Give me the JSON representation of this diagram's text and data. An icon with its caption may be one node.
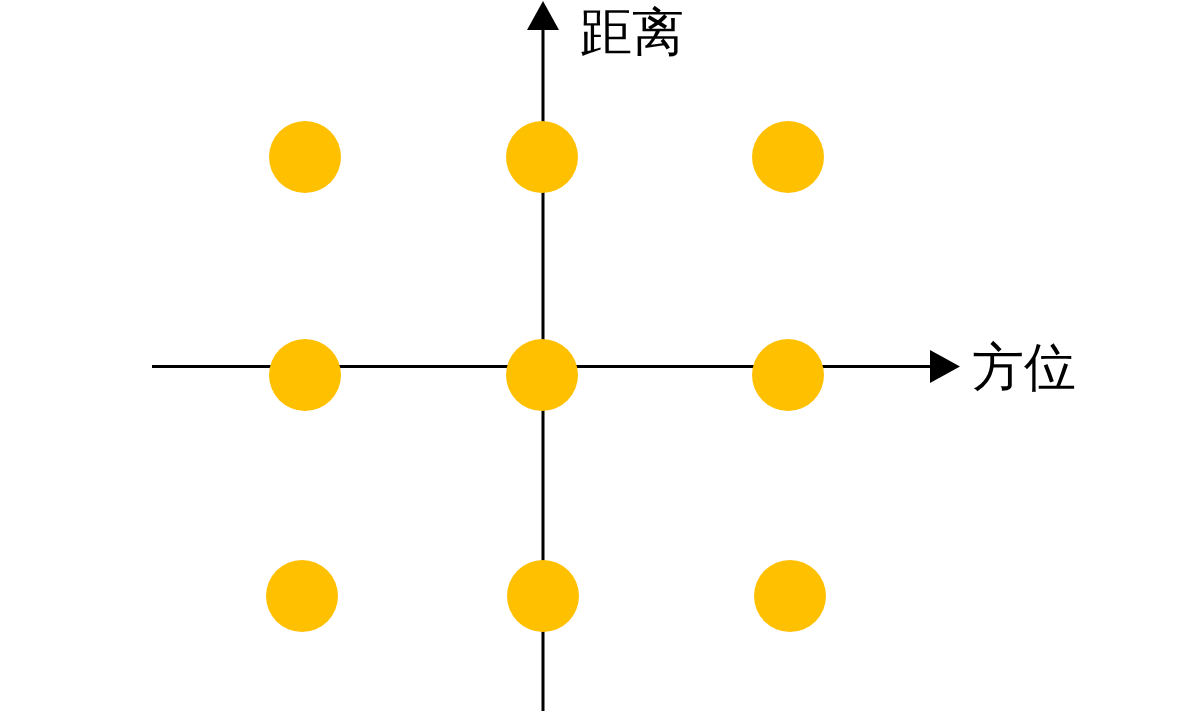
{
  "diagram": {
    "nodes": [
      {
        "text": [],
        "shape": "circle"
      },
      {
        "text": [],
        "shape": "circle"
      },
      {
        "text": [],
        "shape": "circle"
      },
      {
        "text": [],
        "shape": "circle"
      },
      {
        "text": [],
        "shape": "circle"
      },
      {
        "text": [],
        "shape": "circle"
      },
      {
        "text": [],
        "shape": "circle"
      },
      {
        "text": [],
        "shape": "circle"
      },
      {
        "text": [],
        "shape": "circle"
      }
    ],
    "labels": [
      "距离",
      "方位"
    ]
  }
}
